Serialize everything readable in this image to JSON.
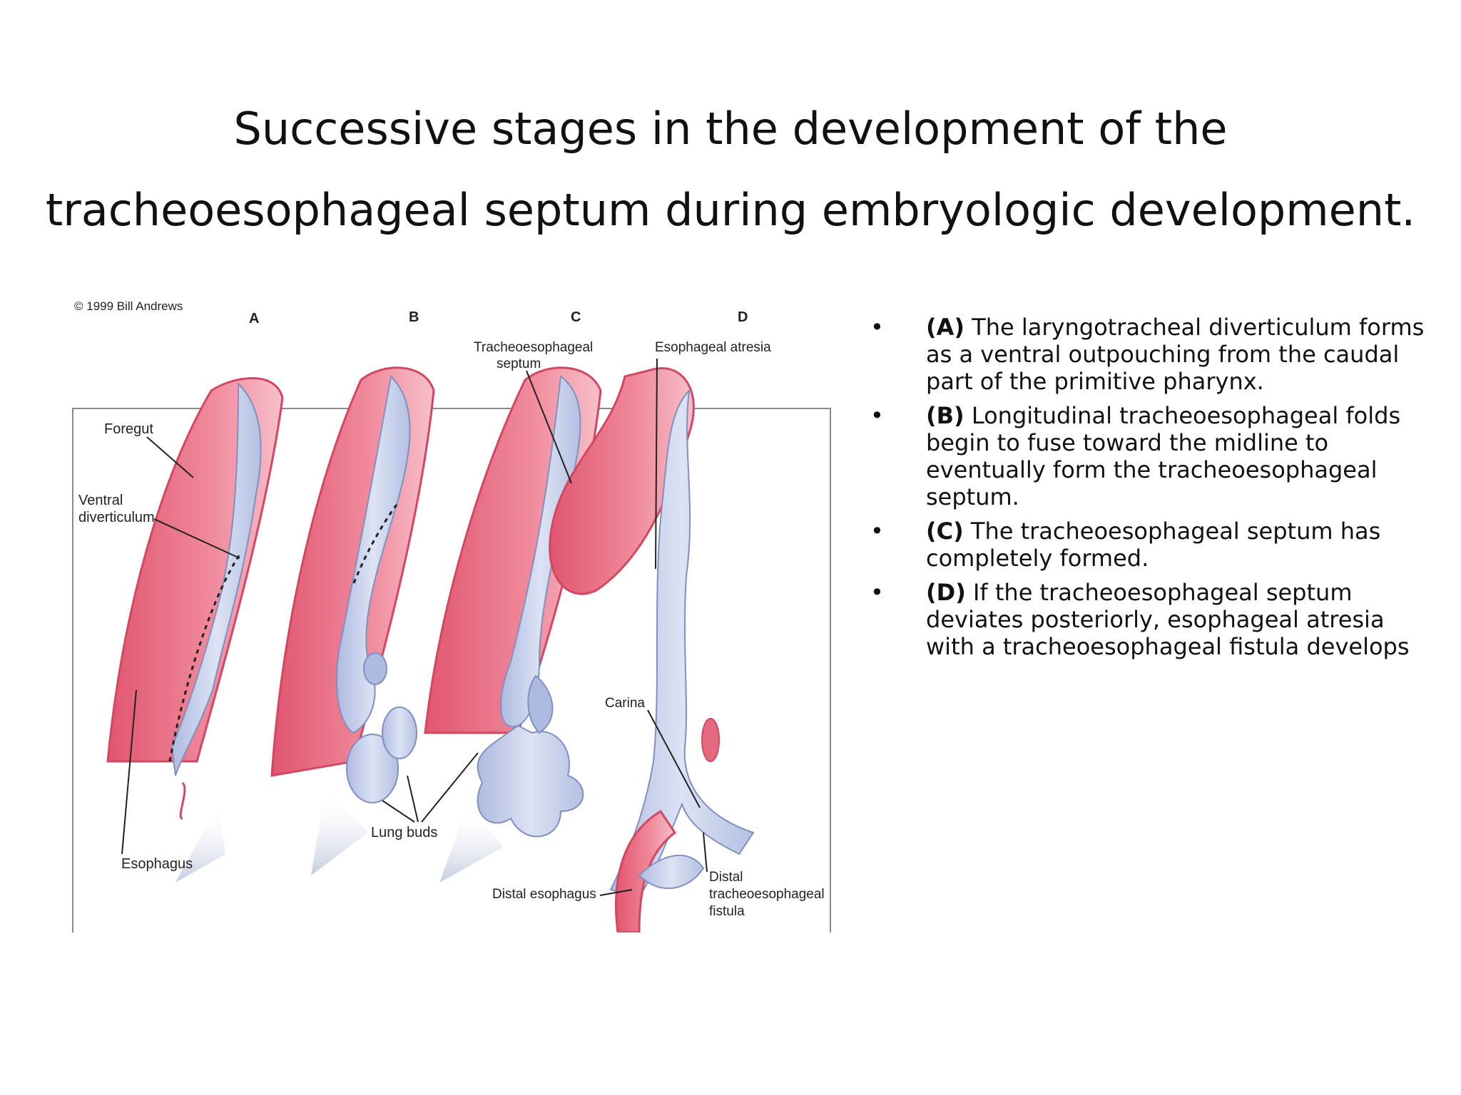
{
  "slide": {
    "title_line1": "Successive stages in the development of the",
    "title_line2": "tracheoesophageal septum during embryologic development."
  },
  "figure": {
    "copyright": "© 1999 Bill Andrews",
    "panels": [
      "A",
      "B",
      "C",
      "D"
    ],
    "labels": {
      "foregut": "Foregut",
      "ventral_1": "Ventral",
      "ventral_2": "diverticulum",
      "esophagus": "Esophagus",
      "lung_buds": "Lung buds",
      "te_septum_1": "Tracheoesophageal",
      "te_septum_2": "septum",
      "esophageal_atresia": "Esophageal atresia",
      "carina": "Carina",
      "distal_esophagus": "Distal esophagus",
      "distal_fistula_1": "Distal",
      "distal_fistula_2": "tracheoesophageal",
      "distal_fistula_3": "fistula"
    },
    "colors": {
      "esophagus": "#e46a80",
      "trachea": "#c9d2ea",
      "border": "#8a8a8a"
    }
  },
  "bullets": [
    {
      "label": "(A)",
      "text": " The laryngotracheal diverticulum forms as a ventral outpouching from the caudal part of the primitive pharynx."
    },
    {
      "label": "(B)",
      "text": " Longitudinal tracheoesophageal folds begin to fuse toward the midline to eventually form the tracheoesophageal septum."
    },
    {
      "label": "(C)",
      "text": " The tracheoesophageal septum has completely formed."
    },
    {
      "label": "(D)",
      "text": " If the tracheoesophageal septum deviates posteriorly, esophageal atresia with a tracheoesophageal fistula develops"
    }
  ]
}
